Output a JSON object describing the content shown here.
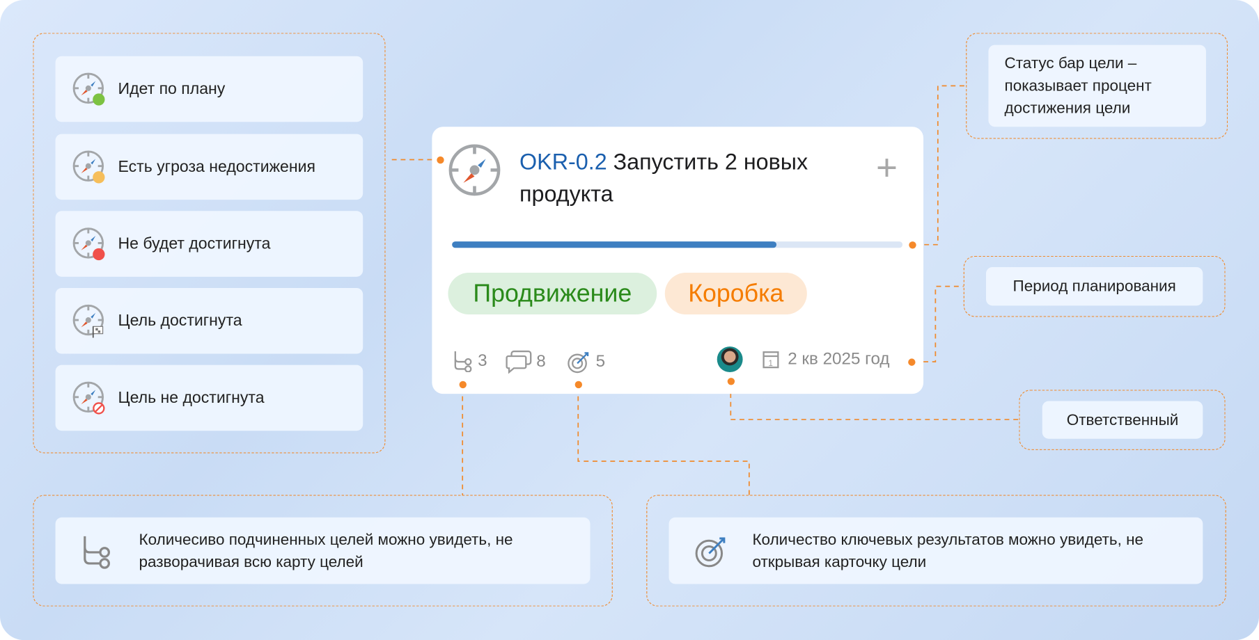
{
  "legend": [
    {
      "label": "Идет по плану",
      "status": "on-track",
      "color": "#7cc242"
    },
    {
      "label": "Есть угроза недостижения",
      "status": "at-risk",
      "color": "#f6be5a"
    },
    {
      "label": "Не будет достигнута",
      "status": "off-track",
      "color": "#f0504a"
    },
    {
      "label": "Цель достигнута",
      "status": "achieved",
      "color": "#888888"
    },
    {
      "label": "Цель не достигнута",
      "status": "not-achieved",
      "color": "#f0504a"
    }
  ],
  "card": {
    "id": "OKR-0.2",
    "title": "Запустить 2 новых продукта",
    "progress_percent": 72,
    "tags": [
      {
        "label": "Продвижение",
        "color": "#2a8a1a",
        "bg": "#dcf0de"
      },
      {
        "label": "Коробка",
        "color": "#f57c00",
        "bg": "#fde8d4"
      }
    ],
    "subgoals": "3",
    "comments": "8",
    "key_results": "5",
    "period": "2 кв 2025 год"
  },
  "notes": {
    "status_bar": "Статус бар цели – показывает процент достижения цели",
    "period": "Период планирования",
    "owner": "Ответственный",
    "subgoals": "Количесиво подчиненных целей можно увидеть, не разворачивая всю карту целей",
    "key_results": "Количество ключевых результатов можно увидеть, не открывая карточку цели"
  },
  "colors": {
    "accent": "#f5892a",
    "progress": "#3e7fc1",
    "id": "#1a5fae"
  }
}
